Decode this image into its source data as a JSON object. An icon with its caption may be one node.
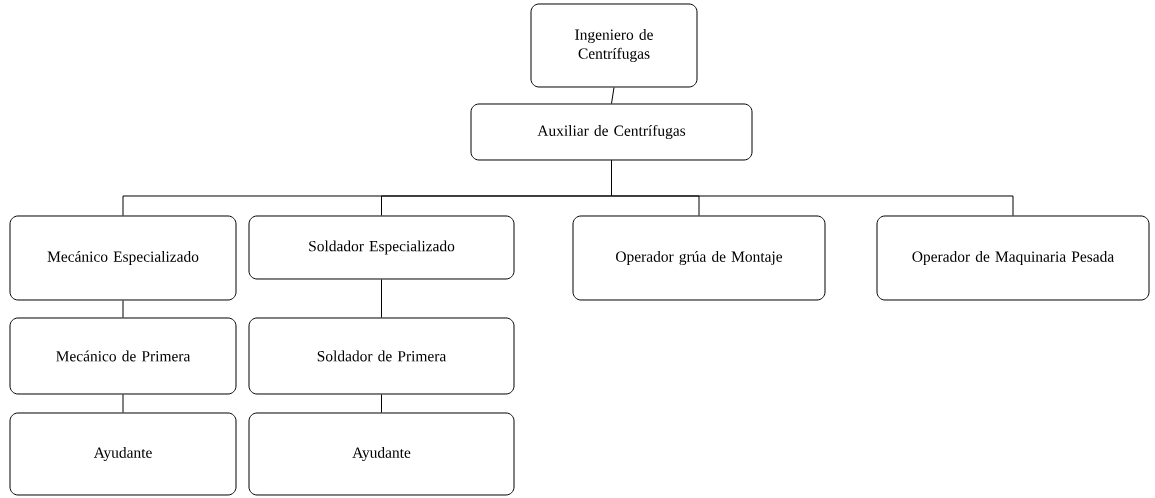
{
  "diagram": {
    "nodes": [
      {
        "text": [
          "Ingeniero de Centrífugas"
        ]
      },
      {
        "text": [
          "Auxiliar de Centrífugas"
        ]
      },
      {
        "text": [
          "Mecánico Especializado"
        ]
      },
      {
        "text": [
          "Soldador Especializado"
        ]
      },
      {
        "text": [
          "Operador grúa de Montaje"
        ]
      },
      {
        "text": [
          "Operador de Maquinaria Pesada"
        ]
      },
      {
        "text": [
          "Mecánico de Primera"
        ]
      },
      {
        "text": [
          "Soldador de Primera"
        ]
      },
      {
        "text": [
          "Ayudante"
        ]
      },
      {
        "text": [
          "Ayudante"
        ]
      }
    ],
    "edges": [
      {
        "from": 0,
        "to": 1,
        "arrow": "none"
      },
      {
        "from": 1,
        "to": 2,
        "arrow": "none"
      },
      {
        "from": 1,
        "to": 3,
        "arrow": "none"
      },
      {
        "from": 1,
        "to": 4,
        "arrow": "none"
      },
      {
        "from": 1,
        "to": 5,
        "arrow": "none"
      },
      {
        "from": 2,
        "to": 6,
        "arrow": "none"
      },
      {
        "from": 6,
        "to": 8,
        "arrow": "none"
      },
      {
        "from": 3,
        "to": 7,
        "arrow": "none"
      },
      {
        "from": 7,
        "to": 9,
        "arrow": "none"
      }
    ]
  }
}
